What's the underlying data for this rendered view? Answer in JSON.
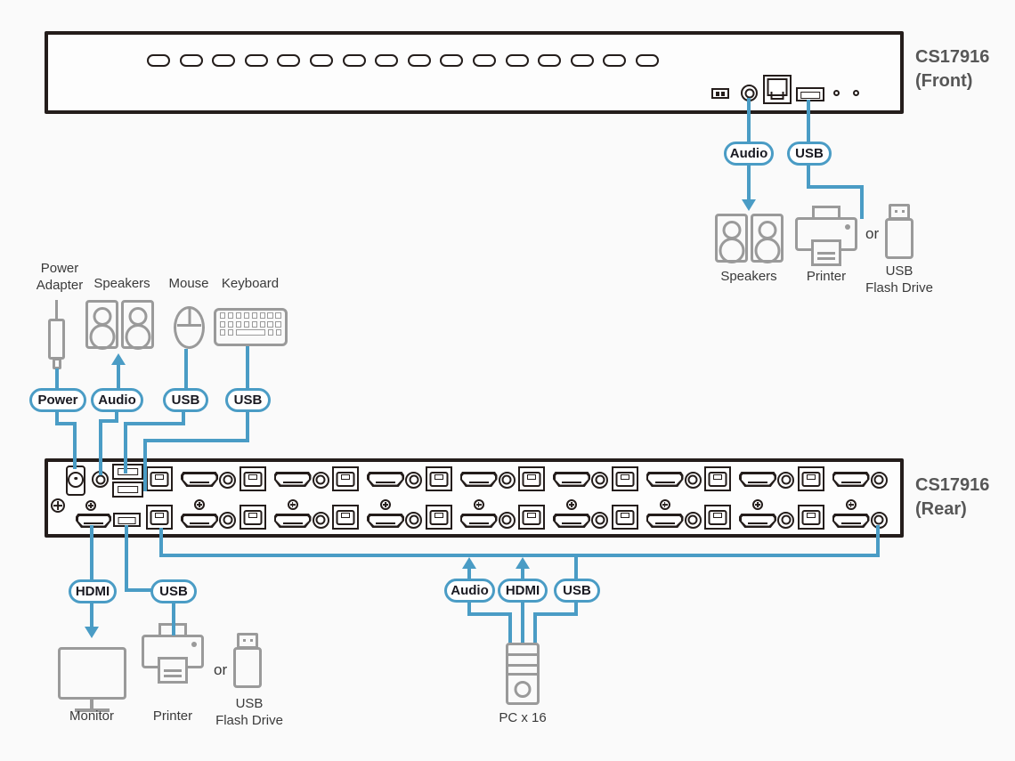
{
  "colors": {
    "line_blue": "#4a9cc5",
    "panel_dark": "#241d1b",
    "icon_gray": "#9a9a9a"
  },
  "front_panel": {
    "model": "CS17916",
    "view": "(Front)",
    "pushbutton_count": 16
  },
  "rear_panel": {
    "model": "CS17916",
    "view": "(Rear)",
    "cpu_port_group_count": 8
  },
  "pills": {
    "front_audio": "Audio",
    "front_usb": "USB",
    "console_power": "Power",
    "console_audio": "Audio",
    "console_mouse_usb": "USB",
    "console_keyboard_usb": "USB",
    "monitor_hdmi": "HDMI",
    "printer_usb": "USB",
    "pc_audio": "Audio",
    "pc_hdmi": "HDMI",
    "pc_usb": "USB"
  },
  "labels": {
    "front_speakers": "Speakers",
    "front_printer": "Printer",
    "front_or": "or",
    "front_flash": "USB\nFlash Drive",
    "power_adapter": "Power\nAdapter",
    "console_speakers": "Speakers",
    "mouse": "Mouse",
    "keyboard": "Keyboard",
    "monitor": "Monitor",
    "rear_printer": "Printer",
    "rear_or": "or",
    "rear_flash": "USB\nFlash Drive",
    "pc": "PC x 16"
  }
}
